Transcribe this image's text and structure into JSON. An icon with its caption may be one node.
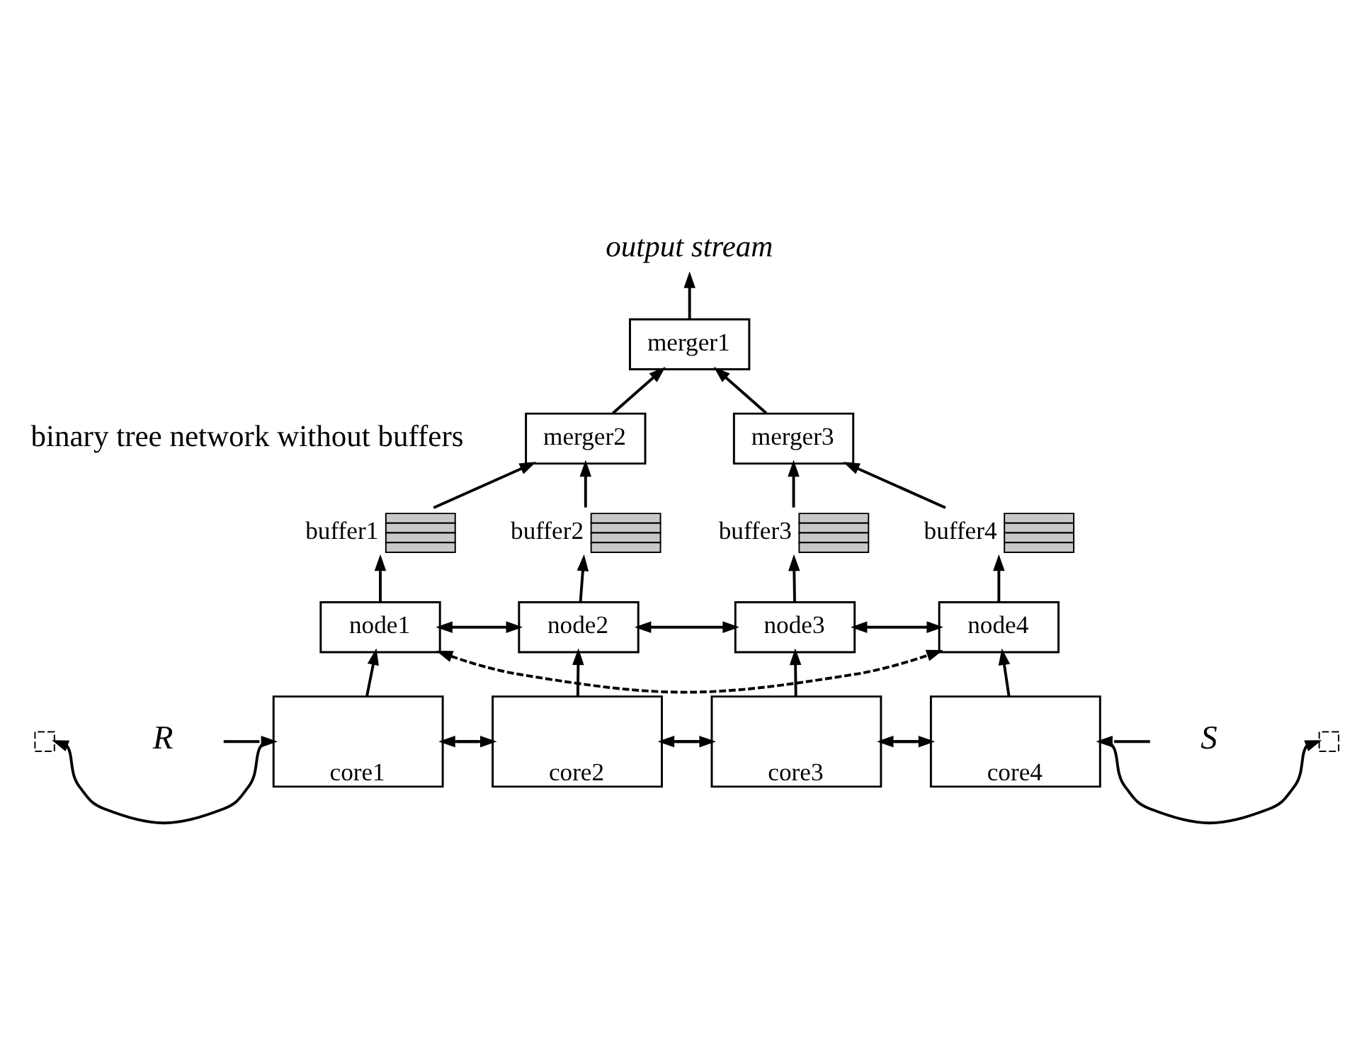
{
  "diagram": {
    "nodes": [
      {
        "text": [
          "merger1"
        ]
      },
      {
        "text": [
          "merger2"
        ]
      },
      {
        "text": [
          "merger3"
        ]
      },
      {
        "text": [],
        "shape": "box",
        "beside": [
          "buffer1"
        ]
      },
      {
        "text": [],
        "shape": "box",
        "beside": [
          "buffer2"
        ]
      },
      {
        "text": [],
        "shape": "box",
        "beside": [
          "buffer3"
        ]
      },
      {
        "text": [],
        "shape": "box",
        "beside": [
          "buffer4"
        ]
      },
      {
        "text": [
          "node1"
        ]
      },
      {
        "text": [
          "node2"
        ]
      },
      {
        "text": [
          "node3"
        ]
      },
      {
        "text": [
          "node4"
        ]
      },
      {
        "text": [
          "core1"
        ]
      },
      {
        "text": [
          "core2"
        ]
      },
      {
        "text": [
          "core3"
        ]
      },
      {
        "text": [
          "core4"
        ]
      },
      {
        "text": [
          "output stream"
        ]
      },
      {
        "text": [
          "R"
        ]
      },
      {
        "text": [
          "S"
        ]
      },
      {
        "text": [],
        "shape": "box"
      },
      {
        "text": [],
        "shape": "box"
      }
    ],
    "edges": [
      {
        "from": 0,
        "to": 15,
        "arrow": "to"
      },
      {
        "from": 1,
        "to": 0,
        "arrow": "to"
      },
      {
        "from": 2,
        "to": 0,
        "arrow": "to"
      },
      {
        "from": 3,
        "to": 1,
        "arrow": "to"
      },
      {
        "from": 4,
        "to": 1,
        "arrow": "to"
      },
      {
        "from": 5,
        "to": 2,
        "arrow": "to"
      },
      {
        "from": 6,
        "to": 2,
        "arrow": "to"
      },
      {
        "from": 7,
        "to": 3,
        "arrow": "to"
      },
      {
        "from": 8,
        "to": 4,
        "arrow": "to"
      },
      {
        "from": 9,
        "to": 5,
        "arrow": "to"
      },
      {
        "from": 10,
        "to": 6,
        "arrow": "to"
      },
      {
        "from": 7,
        "to": 8,
        "arrow": "both"
      },
      {
        "from": 8,
        "to": 9,
        "arrow": "both"
      },
      {
        "from": 9,
        "to": 10,
        "arrow": "both"
      },
      {
        "from": 7,
        "to": 10,
        "arrow": "both",
        "style": "dashed"
      },
      {
        "from": 11,
        "to": 7,
        "arrow": "to"
      },
      {
        "from": 12,
        "to": 8,
        "arrow": "to"
      },
      {
        "from": 13,
        "to": 9,
        "arrow": "to"
      },
      {
        "from": 14,
        "to": 10,
        "arrow": "to"
      },
      {
        "from": 16,
        "to": 11,
        "arrow": "to"
      },
      {
        "from": 11,
        "to": 12,
        "arrow": "to"
      },
      {
        "from": 12,
        "to": 13,
        "arrow": "to"
      },
      {
        "from": 13,
        "to": 14,
        "arrow": "to"
      },
      {
        "from": 14,
        "to": 19,
        "arrow": "to"
      },
      {
        "from": 17,
        "to": 14,
        "arrow": "to"
      },
      {
        "from": 14,
        "to": 13,
        "arrow": "to"
      },
      {
        "from": 13,
        "to": 12,
        "arrow": "to"
      },
      {
        "from": 12,
        "to": 11,
        "arrow": "to"
      },
      {
        "from": 11,
        "to": 18,
        "arrow": "to"
      }
    ],
    "labels": [
      "binary tree network without buffers"
    ]
  }
}
